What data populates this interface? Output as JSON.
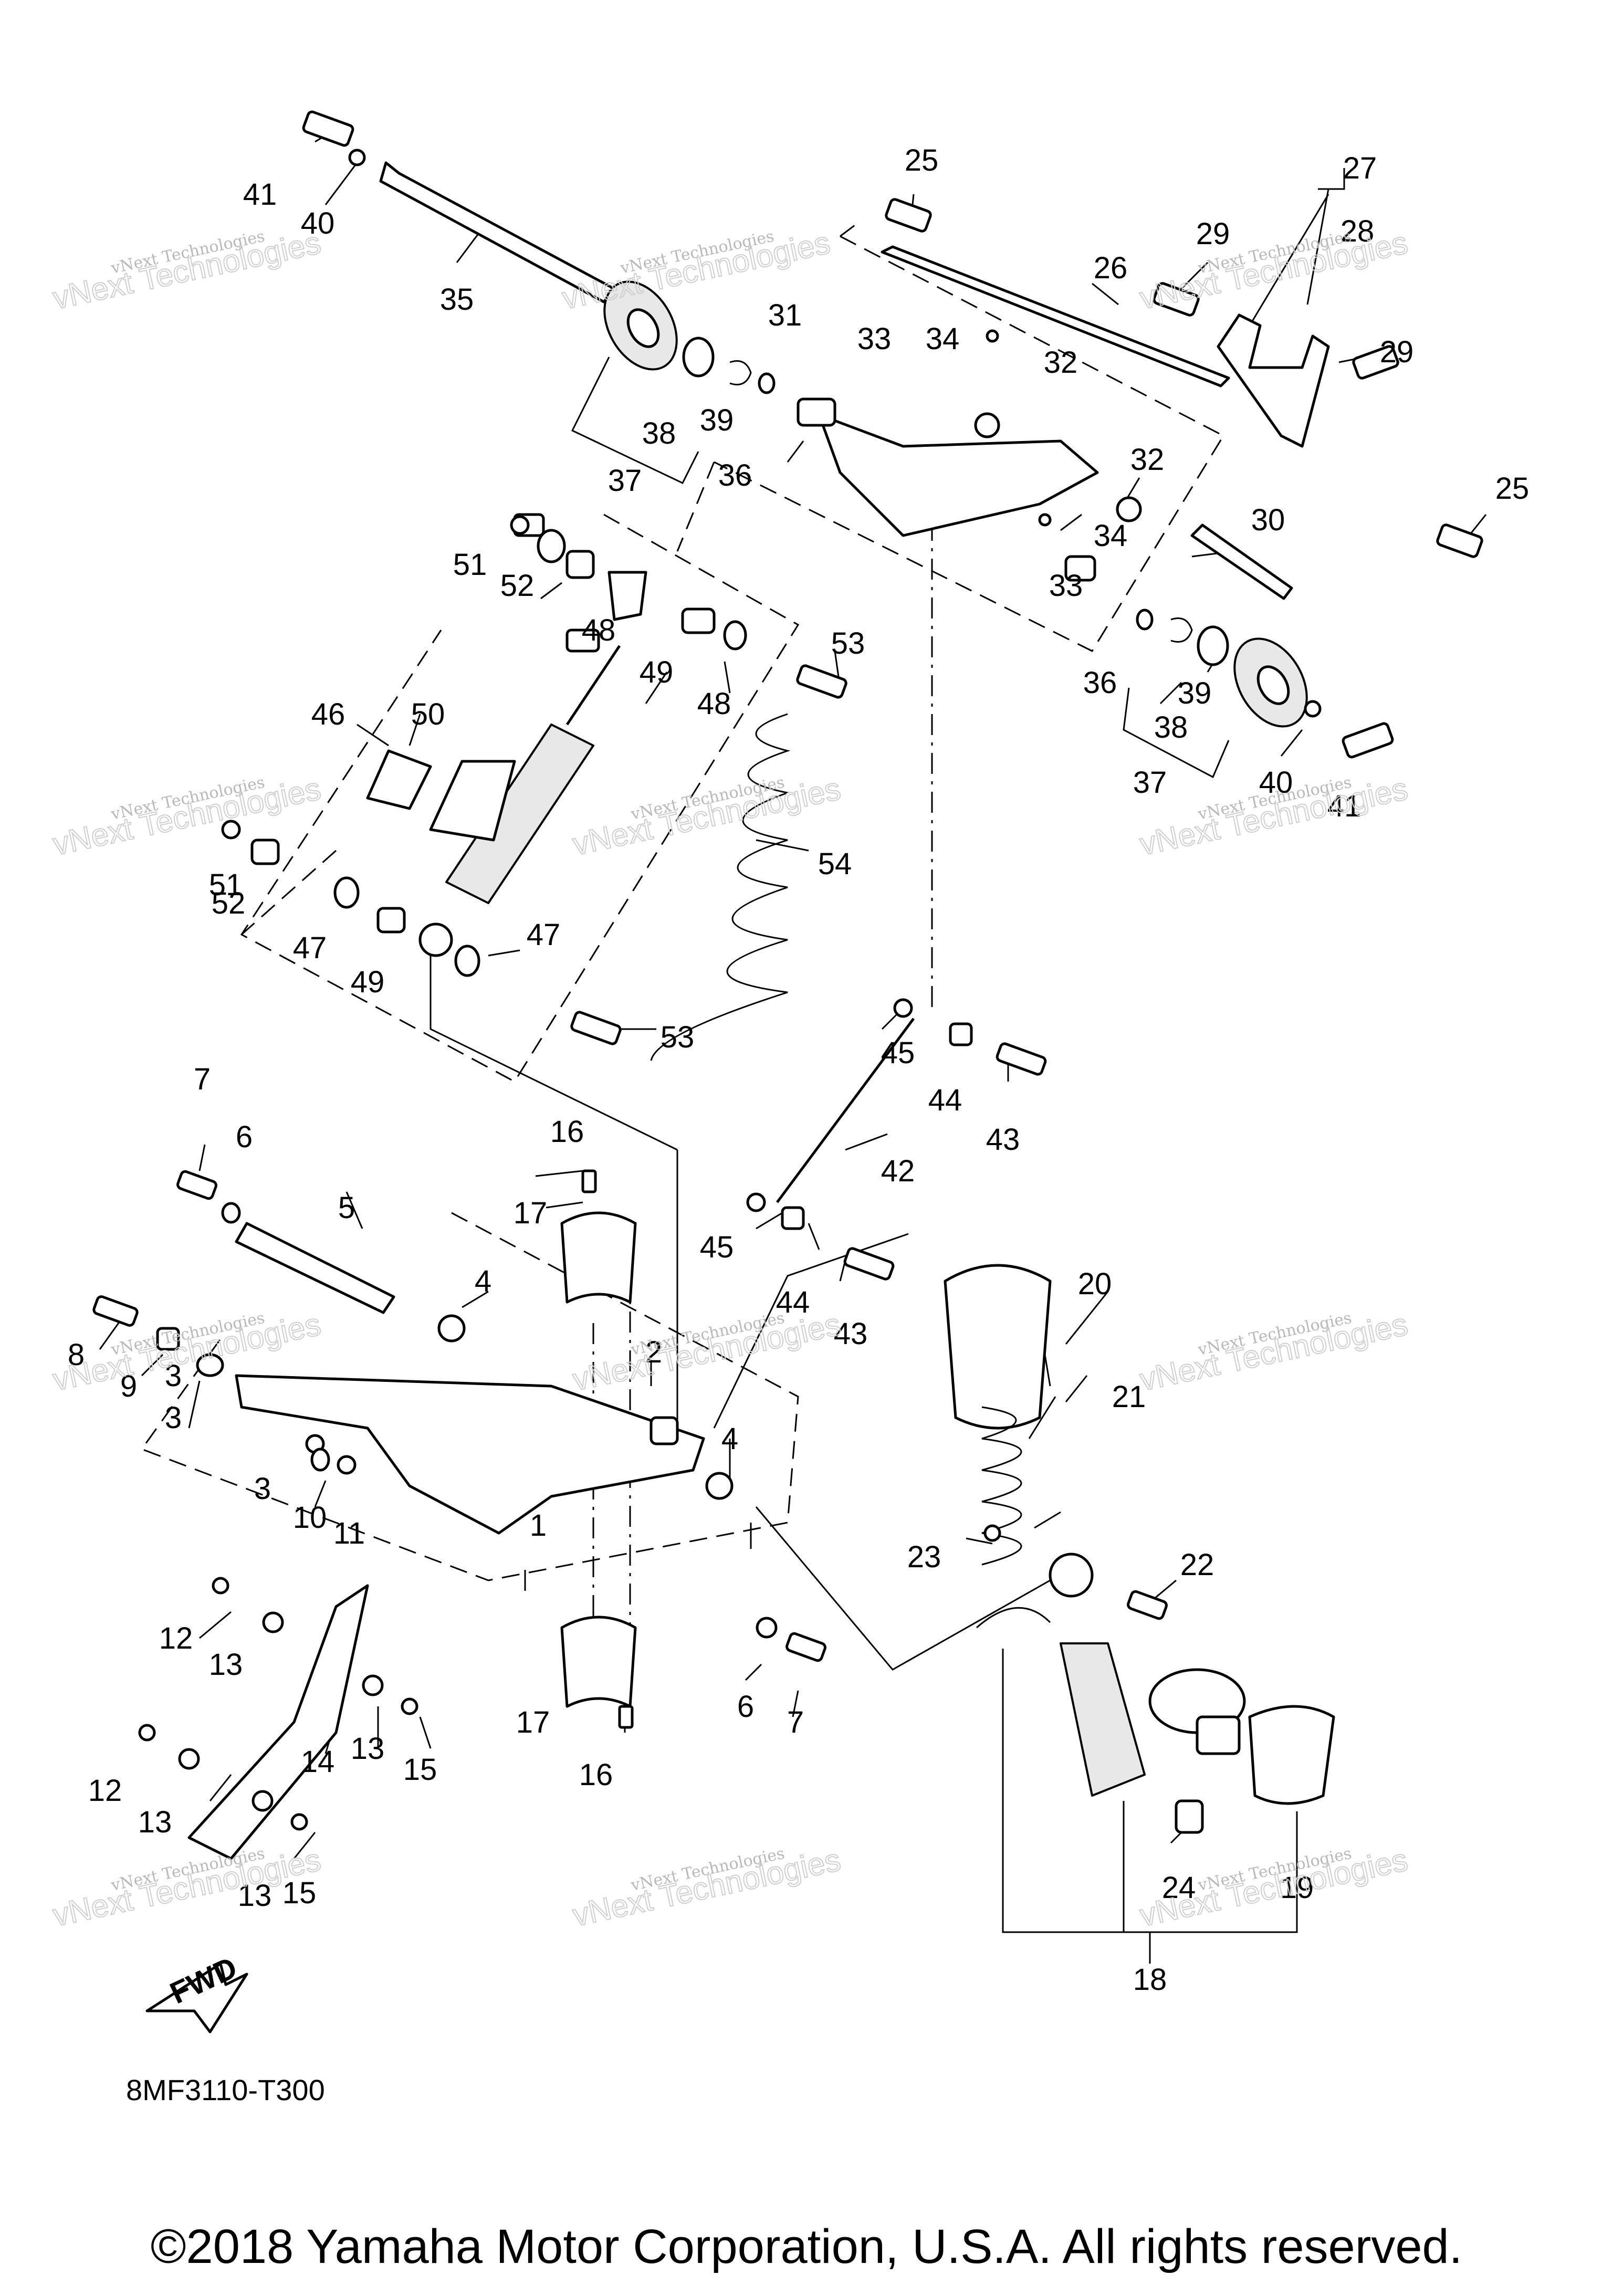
{
  "diagram": {
    "part_labels": [
      "1",
      "2",
      "3",
      "3",
      "3",
      "4",
      "4",
      "5",
      "6",
      "6",
      "7",
      "7",
      "8",
      "9",
      "10",
      "11",
      "12",
      "12",
      "13",
      "13",
      "13",
      "13",
      "14",
      "15",
      "15",
      "16",
      "16",
      "17",
      "17",
      "18",
      "19",
      "20",
      "21",
      "22",
      "23",
      "24",
      "25",
      "25",
      "26",
      "27",
      "28",
      "29",
      "29",
      "30",
      "31",
      "32",
      "32",
      "33",
      "33",
      "34",
      "34",
      "35",
      "36",
      "36",
      "37",
      "37",
      "38",
      "38",
      "39",
      "39",
      "40",
      "40",
      "41",
      "41",
      "42",
      "43",
      "43",
      "44",
      "44",
      "45",
      "45",
      "46",
      "47",
      "47",
      "48",
      "48",
      "49",
      "49",
      "50",
      "51",
      "51",
      "52",
      "52",
      "53",
      "53",
      "54"
    ],
    "watermark_line1": "vNext Technologies",
    "watermark_line2": "vNext Technologies",
    "fwd_label": "FWD",
    "diagram_code": "8MF3110-T300"
  },
  "footer": {
    "copyright": "©2018 Yamaha Motor Corporation, U.S.A. All rights reserved."
  }
}
